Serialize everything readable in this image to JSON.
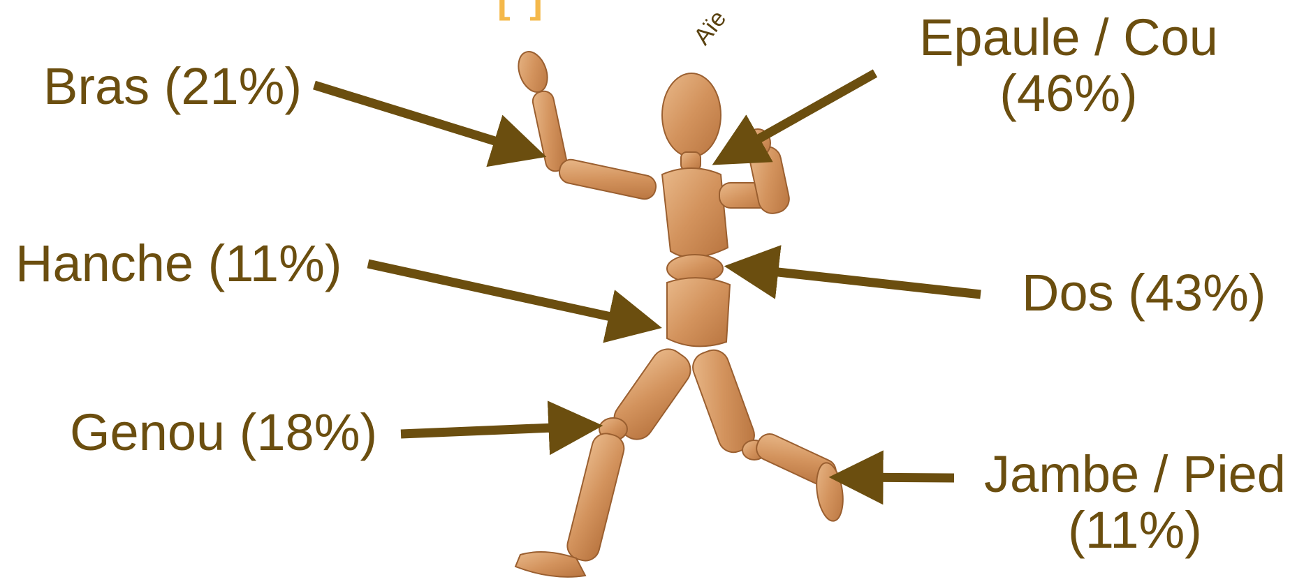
{
  "top_mark": "[ ]",
  "figure": {
    "exclamation": "Aïe"
  },
  "labels": {
    "bras": "Bras (21%)",
    "epaule_cou_line1": "Epaule / Cou",
    "epaule_cou_line2": "(46%)",
    "hanche": "Hanche (11%)",
    "dos": "Dos (43%)",
    "genou": "Genou (18%)",
    "jambe_pied_line1": "Jambe / Pied",
    "jambe_pied_line2": "(11%)"
  },
  "colors": {
    "label_text": "#6b4e0f",
    "arrow": "#6b4e0f",
    "wood": "#d79a66",
    "top_mark": "#f4b84a"
  }
}
